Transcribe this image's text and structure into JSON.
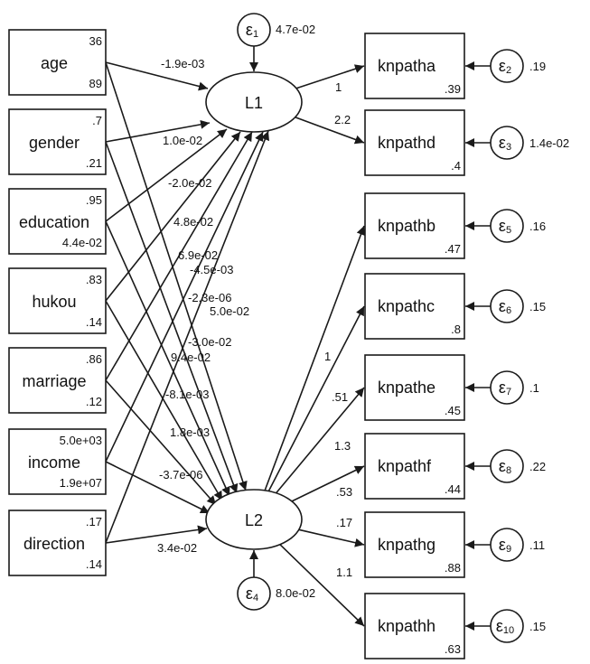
{
  "observed_left": [
    {
      "id": "age",
      "label": "age",
      "mean": "36",
      "variance": "89"
    },
    {
      "id": "gender",
      "label": "gender",
      "mean": ".7",
      "variance": ".21"
    },
    {
      "id": "education",
      "label": "education",
      "mean": ".95",
      "variance": "4.4e-02"
    },
    {
      "id": "hukou",
      "label": "hukou",
      "mean": ".83",
      "variance": ".14"
    },
    {
      "id": "marriage",
      "label": "marriage",
      "mean": ".86",
      "variance": ".12"
    },
    {
      "id": "income",
      "label": "income",
      "mean": "5.0e+03",
      "variance": "1.9e+07"
    },
    {
      "id": "direction",
      "label": "direction",
      "mean": ".17",
      "variance": ".14"
    }
  ],
  "latents": [
    {
      "id": "L1",
      "label": "L1"
    },
    {
      "id": "L2",
      "label": "L2"
    }
  ],
  "latent_errors": [
    {
      "id": "e1",
      "symbol": "ε",
      "sub": "1",
      "variance": "4.7e-02"
    },
    {
      "id": "e4",
      "symbol": "ε",
      "sub": "4",
      "variance": "8.0e-02"
    }
  ],
  "indicators": [
    {
      "id": "knpatha",
      "label": "knpatha",
      "intercept": ".39",
      "loading": "1",
      "err_sub": "2",
      "err_var": ".19"
    },
    {
      "id": "knpathd",
      "label": "knpathd",
      "intercept": ".4",
      "loading": "2.2",
      "err_sub": "3",
      "err_var": "1.4e-02"
    },
    {
      "id": "knpathb",
      "label": "knpathb",
      "intercept": ".47",
      "loading": "1",
      "err_sub": "5",
      "err_var": ".16"
    },
    {
      "id": "knpathc",
      "label": "knpathc",
      "intercept": ".8",
      "loading": ".51",
      "err_sub": "6",
      "err_var": ".15"
    },
    {
      "id": "knpathe",
      "label": "knpathe",
      "intercept": ".45",
      "loading": "1.3",
      "err_sub": "7",
      "err_var": ".1"
    },
    {
      "id": "knpathf",
      "label": "knpathf",
      "intercept": ".44",
      "loading": ".53",
      "err_sub": "8",
      "err_var": ".22"
    },
    {
      "id": "knpathg",
      "label": "knpathg",
      "intercept": ".88",
      "loading": ".17",
      "err_sub": "9",
      "err_var": ".11"
    },
    {
      "id": "knpathh",
      "label": "knpathh",
      "intercept": ".63",
      "loading": "1.1",
      "err_sub": "10",
      "err_var": ".15"
    }
  ],
  "paths_to_L1": [
    {
      "from": "age",
      "coef": "-1.9e-03"
    },
    {
      "from": "gender",
      "coef": "1.0e-02"
    },
    {
      "from": "education",
      "coef": "-2.0e-02"
    },
    {
      "from": "hukou",
      "coef": "4.8e-02"
    },
    {
      "from": "marriage",
      "coef": "6.9e-02"
    },
    {
      "from": "income",
      "coef": "-2.3e-06"
    },
    {
      "from": "direction",
      "coef": "-3.0e-02"
    }
  ],
  "paths_to_L2": [
    {
      "from": "age",
      "coef": "-4.5e-03"
    },
    {
      "from": "gender",
      "coef": "5.0e-02"
    },
    {
      "from": "education",
      "coef": "9.4e-02"
    },
    {
      "from": "hukou",
      "coef": "-8.1e-03"
    },
    {
      "from": "marriage",
      "coef": "1.8e-03"
    },
    {
      "from": "income",
      "coef": "-3.7e-06"
    },
    {
      "from": "direction",
      "coef": "3.4e-02"
    }
  ]
}
